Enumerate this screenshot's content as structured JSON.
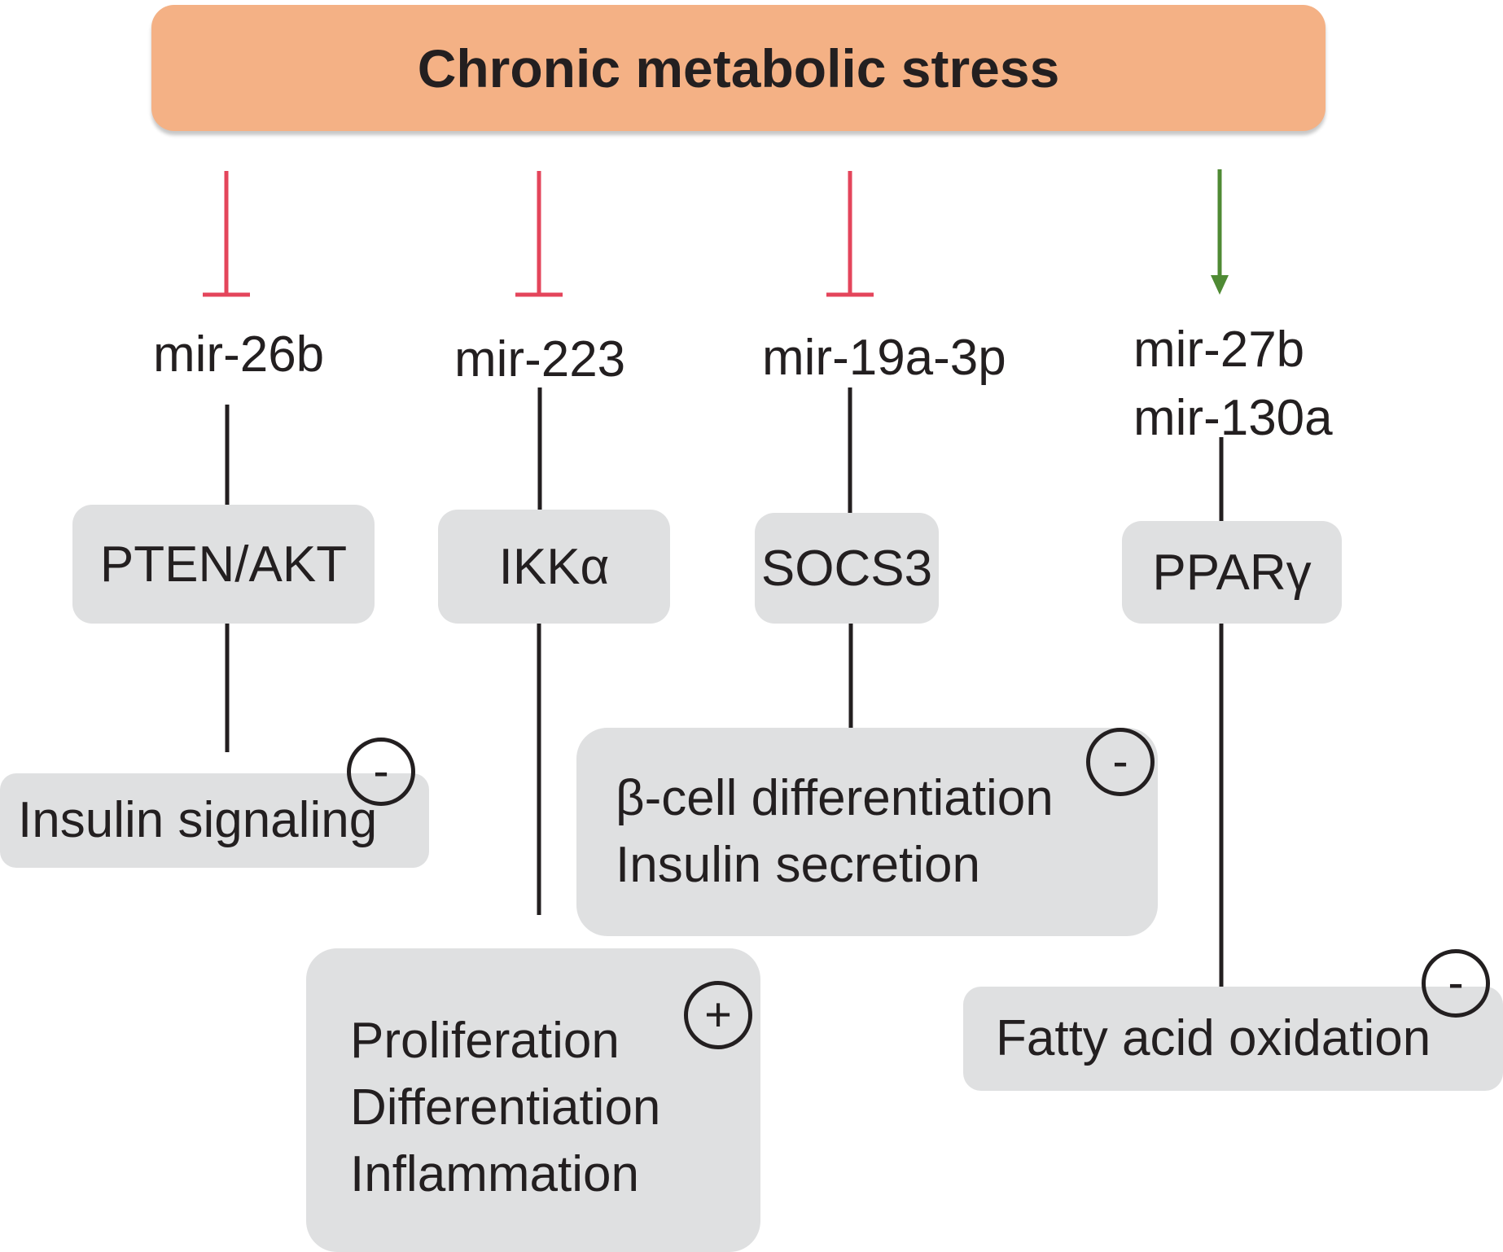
{
  "header": {
    "title": "Chronic metabolic stress"
  },
  "colors": {
    "header_fill": "#f4b185",
    "box_fill": "#dfe0e1",
    "inhibit": "#e4455b",
    "activate": "#4f8a34",
    "line": "#231f20"
  },
  "columns": [
    {
      "mirna": [
        "mir-26b"
      ],
      "regulation": "inhibit",
      "target": "PTEN/AKT",
      "outcome": [
        "Insulin signaling"
      ],
      "effect": "-"
    },
    {
      "mirna": [
        "mir-223"
      ],
      "regulation": "inhibit",
      "target": "IKKα",
      "outcome": [
        "Proliferation",
        "Differentiation",
        "Inflammation"
      ],
      "effect": "+"
    },
    {
      "mirna": [
        "mir-19a-3p"
      ],
      "regulation": "inhibit",
      "target": "SOCS3",
      "outcome": [
        "β-cell differentiation",
        "Insulin secretion"
      ],
      "effect": "-"
    },
    {
      "mirna": [
        "mir-27b",
        "mir-130a"
      ],
      "regulation": "activate",
      "target": "PPARγ",
      "outcome": [
        "Fatty acid oxidation"
      ],
      "effect": "-"
    }
  ]
}
